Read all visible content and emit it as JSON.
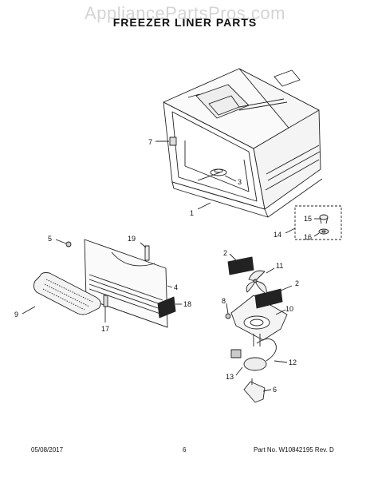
{
  "watermark": "AppliancePartsPros.com",
  "title": "FREEZER LINER PARTS",
  "callouts": {
    "c1": "1",
    "c2a": "2",
    "c2b": "2",
    "c3": "3",
    "c4": "4",
    "c5": "5",
    "c6": "6",
    "c7": "7",
    "c8": "8",
    "c9": "9",
    "c10": "10",
    "c11": "11",
    "c12": "12",
    "c13": "13",
    "c14": "14",
    "c15": "15",
    "c16": "16",
    "c17": "17",
    "c18": "18",
    "c19": "19"
  },
  "footer": {
    "date": "05/08/2017",
    "page": "6",
    "part": "Part No. W10842195  Rev. D"
  }
}
